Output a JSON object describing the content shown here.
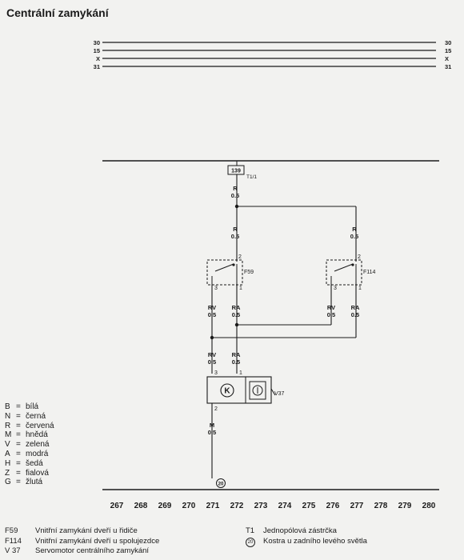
{
  "title": "Centrální zamykání",
  "rails": [
    "30",
    "15",
    "X",
    "31"
  ],
  "fuse": {
    "number": "139",
    "label": "T1/1"
  },
  "wires": {
    "feed": {
      "color": "R",
      "size": "0.5"
    },
    "branch_left": {
      "color": "R",
      "size": "0.5"
    },
    "branch_right": {
      "color": "R",
      "size": "0.5"
    },
    "f59_out_rv": {
      "color": "RV",
      "size": "0.5"
    },
    "f59_out_ra": {
      "color": "RA",
      "size": "0.5"
    },
    "f114_out_rv": {
      "color": "RV",
      "size": "0.5"
    },
    "f114_out_ra": {
      "color": "RA",
      "size": "0.5"
    },
    "motor_in_rv": {
      "color": "RV",
      "size": "0.5"
    },
    "motor_in_ra": {
      "color": "RA",
      "size": "0.5"
    },
    "motor_out": {
      "color": "M",
      "size": "0.5"
    }
  },
  "switches": {
    "f59": {
      "label": "F59",
      "pins": [
        "2",
        "3",
        "1"
      ]
    },
    "f114": {
      "label": "F114",
      "pins": [
        "2",
        "3",
        "1"
      ]
    }
  },
  "motor": {
    "label": "V37",
    "symbol": "K",
    "pins_in": [
      "3",
      "1"
    ],
    "pin_out": "2"
  },
  "ground_marker": "20",
  "numbering": [
    "267",
    "268",
    "269",
    "270",
    "271",
    "272",
    "273",
    "274",
    "275",
    "276",
    "277",
    "278",
    "279",
    "280"
  ],
  "color_legend": [
    {
      "code": "B",
      "name": "bílá"
    },
    {
      "code": "N",
      "name": "černá"
    },
    {
      "code": "R",
      "name": "červená"
    },
    {
      "code": "M",
      "name": "hnědá"
    },
    {
      "code": "V",
      "name": "zelená"
    },
    {
      "code": "A",
      "name": "modrá"
    },
    {
      "code": "H",
      "name": "šedá"
    },
    {
      "code": "Z",
      "name": "fialová"
    },
    {
      "code": "G",
      "name": "žlutá"
    }
  ],
  "legend_left": [
    {
      "code": "F59",
      "text": "Vnitřní zamykání dveří u řidiče"
    },
    {
      "code": "F114",
      "text": "Vnitřní zamykání dveří u spolujezdce"
    },
    {
      "code": "V 37",
      "text": "Servomotor centrálního zamykání"
    }
  ],
  "legend_right": [
    {
      "code": "T1",
      "text": "Jednopólová zástrčka"
    },
    {
      "code": "20",
      "text": "Kostra u zadního levého světla"
    }
  ],
  "colors": {
    "line": "#1a1a1a",
    "background": "#f2f2f0"
  }
}
